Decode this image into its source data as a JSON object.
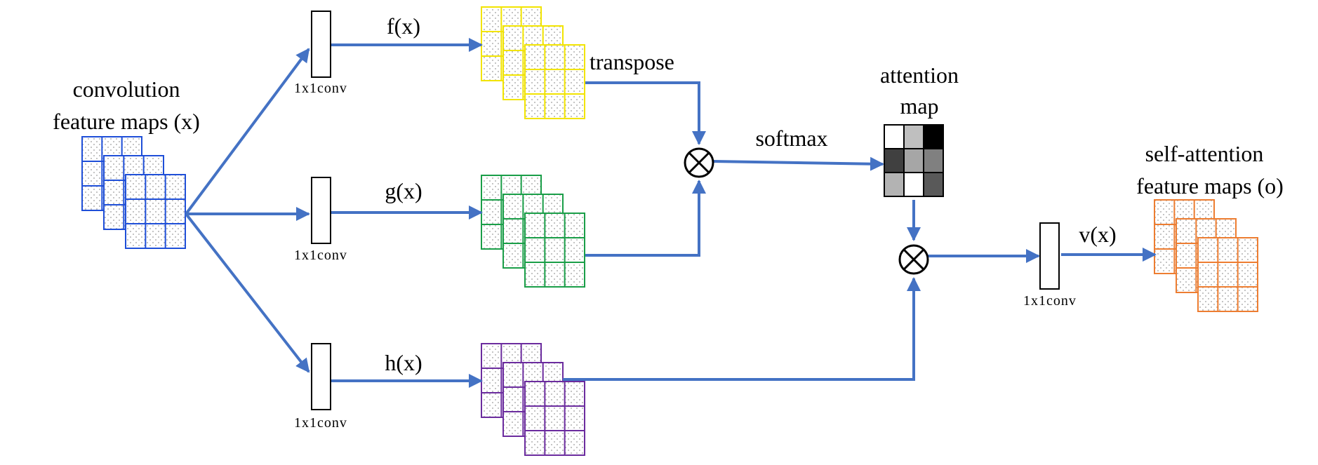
{
  "labels": {
    "input_line1": "convolution",
    "input_line2": "feature maps (x)",
    "f": "f(x)",
    "g": "g(x)",
    "h": "h(x)",
    "v": "v(x)",
    "transpose": "transpose",
    "softmax": "softmax",
    "attention_line1": "attention",
    "attention_line2": "map",
    "output_line1": "self-attention",
    "output_line2": "feature maps (o)",
    "conv_f": "1x1conv",
    "conv_g": "1x1conv",
    "conv_h": "1x1conv",
    "conv_v": "1x1conv"
  },
  "colors": {
    "arrow": "#4472C4",
    "input_maps": "#1F4FD8",
    "f_maps": "#F2E400",
    "g_maps": "#1A9E48",
    "h_maps": "#6B2C9E",
    "output_maps": "#ED7D31"
  },
  "attention_map": {
    "rows": 3,
    "cols": 3,
    "cell_colors": [
      [
        "#ffffff",
        "#bfbfbf",
        "#000000"
      ],
      [
        "#404040",
        "#a6a6a6",
        "#808080"
      ],
      [
        "#b3b3b3",
        "#ffffff",
        "#595959"
      ]
    ]
  }
}
